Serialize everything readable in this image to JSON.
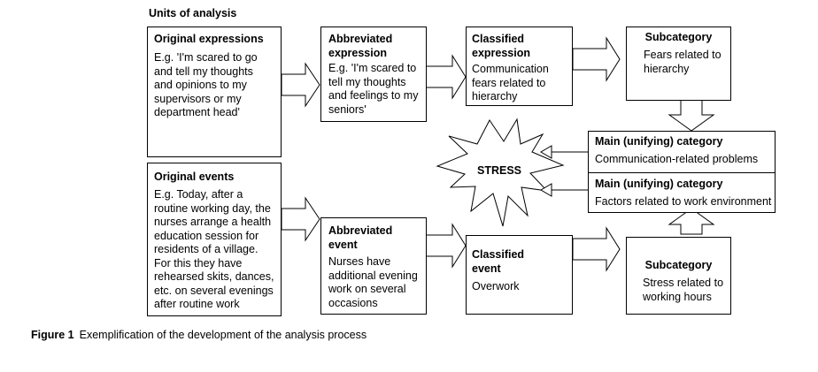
{
  "heading": "Units of analysis",
  "original_expressions": {
    "title": "Original expressions",
    "text": "E.g. 'I'm scared to go\nand tell my thoughts\nand opinions to my\nsupervisors or my\ndepartment head'"
  },
  "abbreviated_expression": {
    "title": "Abbreviated\nexpression",
    "text": "E.g. 'I'm scared to\ntell my thoughts\nand feelings to my\nseniors'"
  },
  "classified_expression": {
    "title": "Classified\nexpression",
    "text": "Communication\nfears related to\nhierarchy"
  },
  "subcategory_top": {
    "title": "Subcategory",
    "text": "Fears related to\nhierarchy"
  },
  "main_category_1": {
    "title": "Main (unifying) category",
    "text": "Communication-related problems"
  },
  "main_category_2": {
    "title": "Main (unifying) category",
    "text": "Factors related to work environment"
  },
  "stress": "STRESS",
  "original_events": {
    "title": "Original events",
    "text": "E.g. Today, after a\nroutine working day, the\nnurses arrange a health\neducation session for\nresidents of a village.\nFor this they have\nrehearsed skits, dances,\netc. on several evenings\nafter routine work"
  },
  "abbreviated_event": {
    "title": "Abbreviated\nevent",
    "text": "Nurses have\nadditional evening\nwork on several\noccasions"
  },
  "classified_event": {
    "title": "Classified\nevent",
    "text": "Overwork"
  },
  "subcategory_bottom": {
    "title": "Subcategory",
    "text": "Stress related to\nworking hours"
  },
  "caption": {
    "label": "Figure 1",
    "text": "Exemplification of the development of the analysis process"
  }
}
